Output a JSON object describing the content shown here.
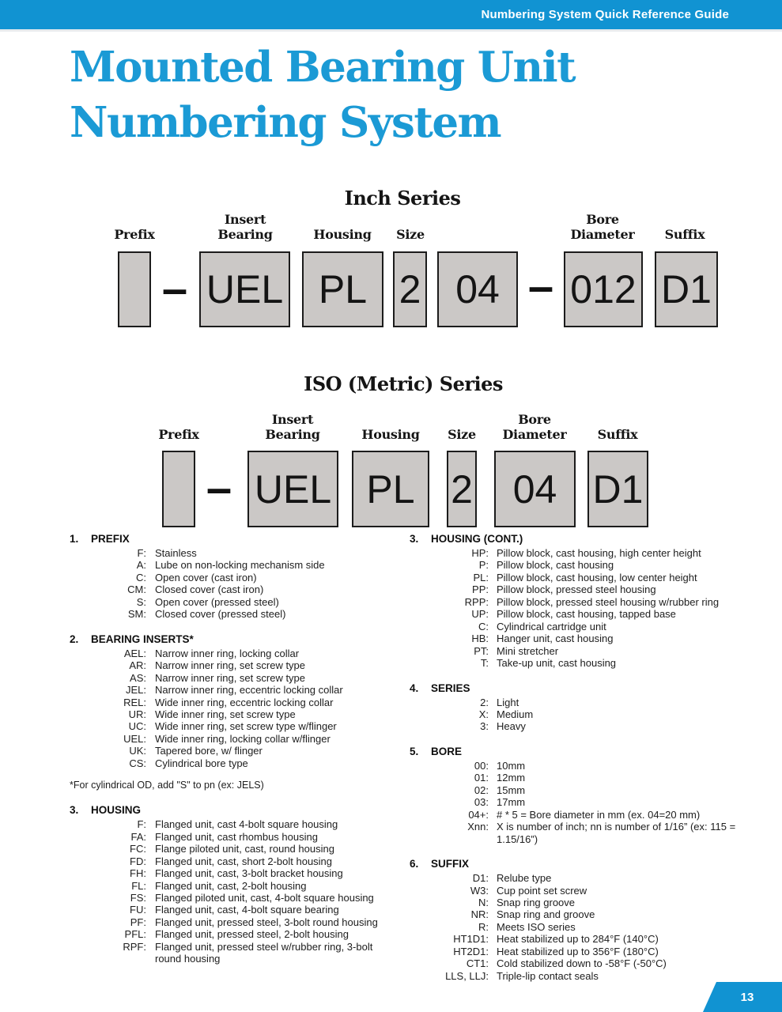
{
  "colors": {
    "accent_blue": "#1193d2",
    "title_blue": "#1b9ad5",
    "box_fill": "#cbc8c6",
    "box_border": "#1c1c1c"
  },
  "topbar": {
    "title": "Numbering System Quick Reference Guide"
  },
  "page_title": {
    "line1": "Mounted Bearing Unit",
    "line2": "Numbering System"
  },
  "inch_series": {
    "title": "Inch Series",
    "labels": [
      "Prefix",
      "Insert Bearing",
      "Housing",
      "Size",
      "Bore Diameter",
      "Suffix"
    ],
    "boxes": [
      "",
      "UEL",
      "PL",
      "2",
      "04",
      "012",
      "D1"
    ],
    "separator": "–"
  },
  "iso_series": {
    "title": "ISO (Metric) Series",
    "labels": [
      "Prefix",
      "Insert Bearing",
      "Housing",
      "Size",
      "Bore Diameter",
      "Suffix"
    ],
    "boxes": [
      "",
      "UEL",
      "PL",
      "2",
      "04",
      "D1"
    ],
    "separator": "–"
  },
  "sections_left": [
    {
      "num": "1.",
      "title": "PREFIX",
      "items": [
        {
          "code": "F:",
          "desc": "Stainless"
        },
        {
          "code": "A:",
          "desc": "Lube on non-locking mechanism side"
        },
        {
          "code": "C:",
          "desc": "Open cover (cast iron)"
        },
        {
          "code": "CM:",
          "desc": "Closed cover (cast iron)"
        },
        {
          "code": "S:",
          "desc": "Open cover (pressed steel)"
        },
        {
          "code": "SM:",
          "desc": "Closed cover (pressed steel)"
        }
      ]
    },
    {
      "num": "2.",
      "title": "BEARING INSERTS*",
      "items": [
        {
          "code": "AEL:",
          "desc": "Narrow inner ring, locking collar"
        },
        {
          "code": "AR:",
          "desc": "Narrow inner ring, set screw type"
        },
        {
          "code": "AS:",
          "desc": "Narrow inner ring, set screw type"
        },
        {
          "code": "JEL:",
          "desc": "Narrow inner ring, eccentric locking collar"
        },
        {
          "code": "REL:",
          "desc": "Wide inner ring, eccentric locking collar"
        },
        {
          "code": "UR:",
          "desc": "Wide inner ring, set screw type"
        },
        {
          "code": "UC:",
          "desc": "Wide inner ring, set screw type w/flinger"
        },
        {
          "code": "UEL:",
          "desc": "Wide inner ring, locking collar w/flinger"
        },
        {
          "code": "UK:",
          "desc": "Tapered bore,  w/ flinger"
        },
        {
          "code": "CS:",
          "desc": "Cylindrical bore type"
        }
      ],
      "footnote": "*For cylindrical OD, add \"S\" to pn (ex: JELS)"
    },
    {
      "num": "3.",
      "title": "HOUSING",
      "items": [
        {
          "code": "F:",
          "desc": "Flanged unit, cast 4-bolt square housing"
        },
        {
          "code": "FA:",
          "desc": "Flanged unit, cast rhombus housing"
        },
        {
          "code": "FC:",
          "desc": "Flange piloted unit, cast, round housing"
        },
        {
          "code": "FD:",
          "desc": "Flanged unit, cast, short 2-bolt housing"
        },
        {
          "code": "FH:",
          "desc": "Flanged unit, cast, 3-bolt bracket housing"
        },
        {
          "code": "FL:",
          "desc": "Flanged unit, cast, 2-bolt housing"
        },
        {
          "code": "FS:",
          "desc": "Flanged piloted unit, cast, 4-bolt square housing"
        },
        {
          "code": "FU:",
          "desc": "Flanged unit, cast, 4-bolt square bearing"
        },
        {
          "code": "PF:",
          "desc": "Flanged unit, pressed steel, 3-bolt round housing"
        },
        {
          "code": "PFL:",
          "desc": "Flanged unit, pressed steel, 2-bolt housing"
        },
        {
          "code": "RPF:",
          "desc": "Flanged unit, pressed steel w/rubber ring, 3-bolt round housing"
        }
      ]
    }
  ],
  "sections_right": [
    {
      "num": "3.",
      "title": "HOUSING (CONT.)",
      "items": [
        {
          "code": "HP:",
          "desc": "Pillow block, cast housing, high center height"
        },
        {
          "code": "P:",
          "desc": "Pillow block, cast housing"
        },
        {
          "code": "PL:",
          "desc": "Pillow block, cast housing, low center height"
        },
        {
          "code": "PP:",
          "desc": "Pillow block, pressed steel housing"
        },
        {
          "code": "RPP:",
          "desc": "Pillow block, pressed steel housing w/rubber ring"
        },
        {
          "code": "UP:",
          "desc": "Pillow block, cast housing, tapped base"
        },
        {
          "code": "C:",
          "desc": "Cylindrical cartridge unit"
        },
        {
          "code": "HB:",
          "desc": "Hanger unit, cast housing"
        },
        {
          "code": "PT:",
          "desc": "Mini stretcher"
        },
        {
          "code": "T:",
          "desc": "Take-up unit, cast housing"
        }
      ]
    },
    {
      "num": "4.",
      "title": "SERIES",
      "items": [
        {
          "code": "2:",
          "desc": "Light"
        },
        {
          "code": "X:",
          "desc": "Medium"
        },
        {
          "code": "3:",
          "desc": "Heavy"
        }
      ]
    },
    {
      "num": "5.",
      "title": "BORE",
      "items": [
        {
          "code": "00:",
          "desc": "10mm"
        },
        {
          "code": "01:",
          "desc": "12mm"
        },
        {
          "code": "02:",
          "desc": "15mm"
        },
        {
          "code": "03:",
          "desc": "17mm"
        },
        {
          "code": "04+:",
          "desc": "# * 5 = Bore diameter in mm (ex. 04=20 mm)"
        },
        {
          "code": "Xnn:",
          "desc": "X is number of inch; nn is number of 1/16” (ex: 115 = 1.15/16”)"
        }
      ]
    },
    {
      "num": "6.",
      "title": "SUFFIX",
      "items": [
        {
          "code": "D1:",
          "desc": "Relube type"
        },
        {
          "code": "W3:",
          "desc": "Cup point set screw"
        },
        {
          "code": "N:",
          "desc": "Snap ring groove"
        },
        {
          "code": "NR:",
          "desc": "Snap ring and groove"
        },
        {
          "code": "R:",
          "desc": "Meets ISO series"
        },
        {
          "code": "HT1D1:",
          "desc": "Heat stabilized up to 284°F (140°C)"
        },
        {
          "code": "HT2D1:",
          "desc": "Heat stabilized up to 356°F (180°C)"
        },
        {
          "code": "CT1:",
          "desc": "Cold stabilized down to -58°F (-50°C)"
        },
        {
          "code": "LLS, LLJ:",
          "desc": "Triple-lip contact seals"
        }
      ]
    }
  ],
  "footer": {
    "page_number": "13"
  }
}
